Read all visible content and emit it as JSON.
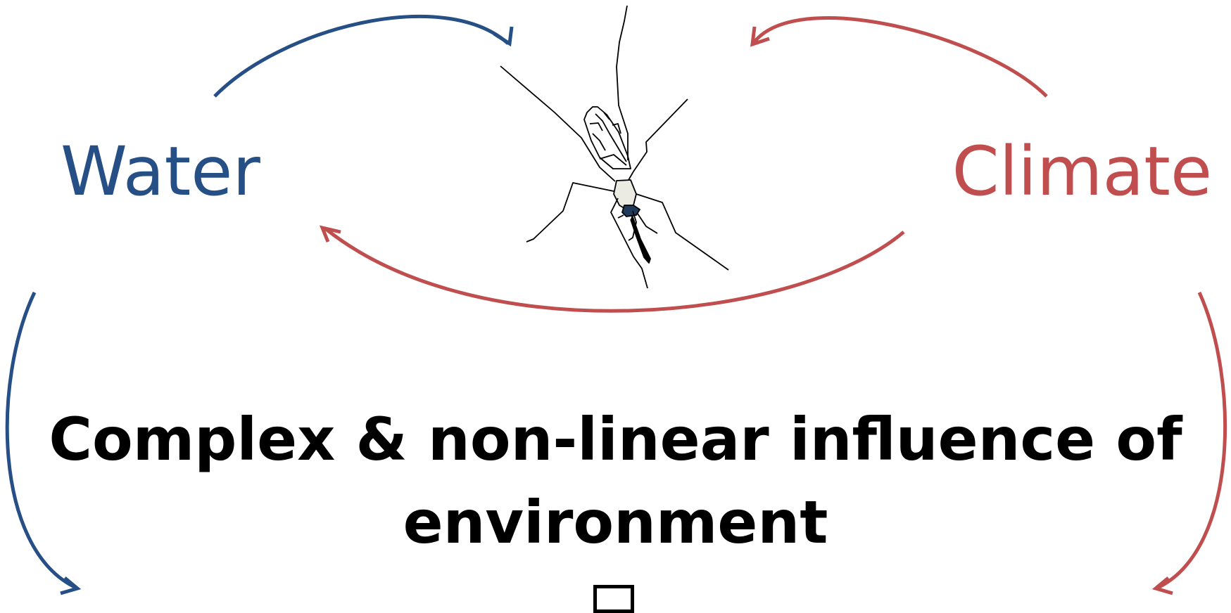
{
  "labels": {
    "water": "Water",
    "climate": "Climate"
  },
  "headline": {
    "line1": "Complex & non-linear influence of",
    "line2": "environment"
  },
  "colors": {
    "water": "#264f86",
    "climate": "#c14e4e",
    "text": "#000000"
  },
  "icons": {
    "center": "mosquito-icon",
    "partial_glyph": "box-glyph"
  }
}
